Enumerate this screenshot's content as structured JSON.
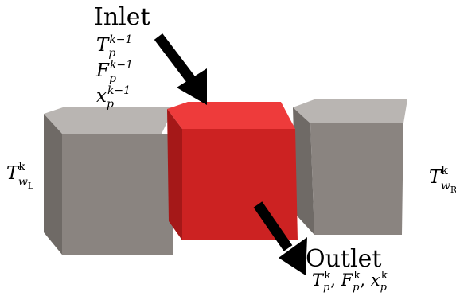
{
  "inlet": {
    "label": "Inlet",
    "vars": [
      {
        "base": "T",
        "sub": "p",
        "sup": "k−1"
      },
      {
        "base": "F",
        "sub": "p",
        "sup": "k−1"
      },
      {
        "base": "x",
        "sub": "p",
        "sup": "k−1"
      }
    ]
  },
  "outlet": {
    "label": "Outlet",
    "vars": [
      {
        "base": "T",
        "sub": "p",
        "sup": "k"
      },
      {
        "base": "F",
        "sub": "p",
        "sup": "k"
      },
      {
        "base": "x",
        "sub": "p",
        "sup": "k"
      }
    ],
    "separator": ", "
  },
  "left_wall": {
    "base": "T",
    "sub": "w",
    "subsub": "L",
    "sup": "k"
  },
  "right_wall": {
    "base": "T",
    "sub": "w",
    "subsub": "R",
    "sup": "k"
  },
  "colors": {
    "center_cube_front": "#cc2222",
    "center_cube_top": "#ee3b3b",
    "center_cube_side": "#a51818",
    "wall_cube_front": "#8a8480",
    "wall_cube_top": "#b9b5b2",
    "wall_cube_side": "#6f6a66",
    "arrow": "#000000"
  }
}
